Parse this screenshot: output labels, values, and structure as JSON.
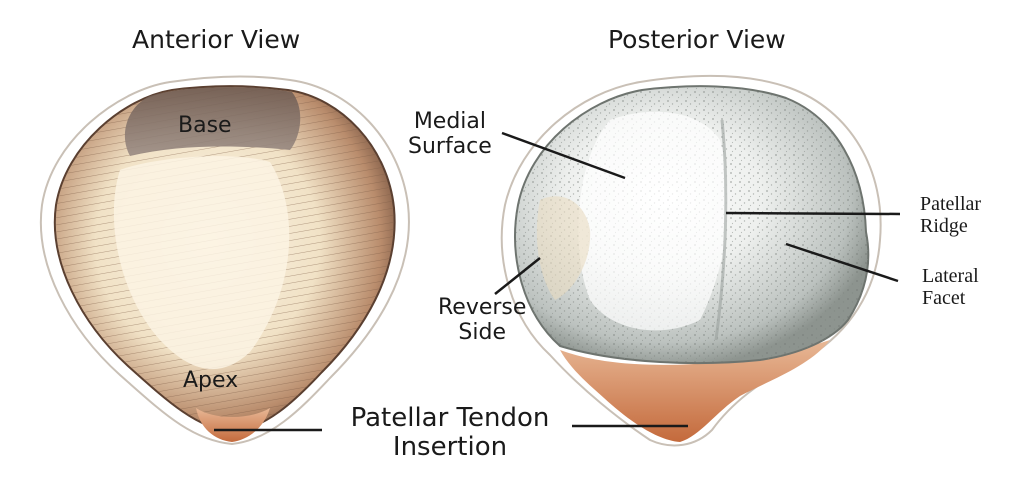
{
  "anterior": {
    "title": "Anterior View",
    "base_label": "Base",
    "apex_label": "Apex"
  },
  "posterior": {
    "title": "Posterior View",
    "medial_surface": [
      "Medial",
      "Surface"
    ],
    "reverse_side": [
      "Reverse",
      "Side"
    ],
    "patellar_ridge": [
      "Patellar",
      "Ridge"
    ],
    "lateral_facet": [
      "Lateral",
      "Facet"
    ]
  },
  "shared": {
    "tendon_insertion": [
      "Patellar Tendon",
      "Insertion"
    ]
  },
  "colors": {
    "bone_brown": "#8a6248",
    "bone_cream": "#f6ead2",
    "tendon_orange": "#c9764a",
    "cartilage_grey": "#c9cdc9",
    "ink": "#1a1a1a"
  }
}
